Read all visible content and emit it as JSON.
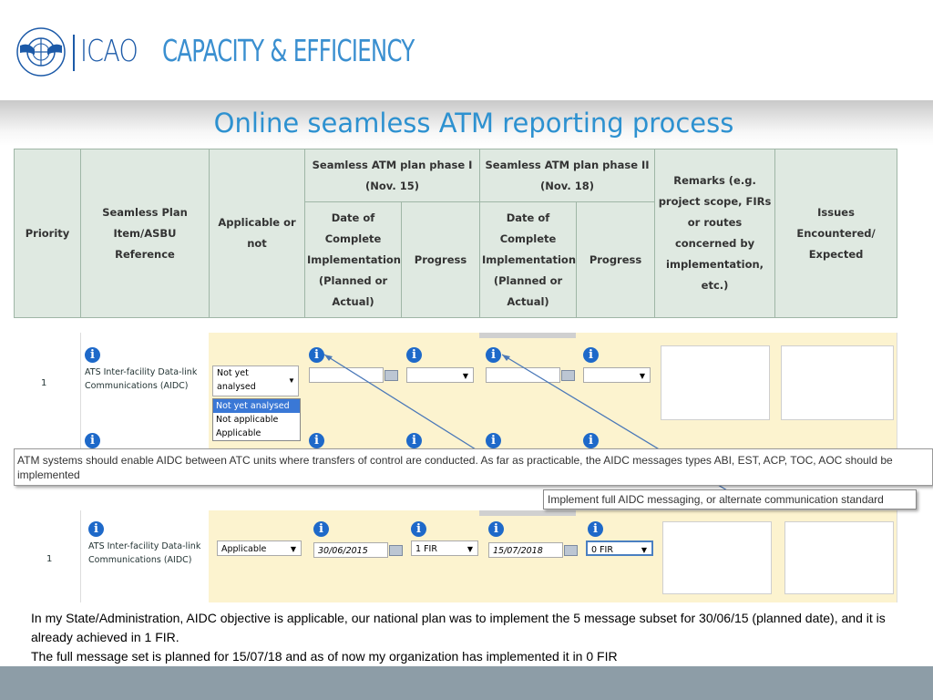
{
  "header": {
    "brand": "ICAO",
    "section": "CAPACITY & EFFICIENCY"
  },
  "title": "Online seamless ATM reporting process",
  "table": {
    "col_priority": "Priority",
    "col_item": "Seamless Plan Item/ASBU Reference",
    "col_applicable": "Applicable or not",
    "phase1": "Seamless ATM plan phase I (Nov. 15)",
    "phase2": "Seamless ATM plan phase II (Nov. 18)",
    "date_col": "Date of Complete Implementation (Planned or Actual)",
    "progress_col": "Progress",
    "remarks": "Remarks (e.g. project scope, FIRs or routes concerned by implementation, etc.)",
    "issues": "Issues Encountered/ Expected"
  },
  "row1": {
    "priority": "1",
    "item": "ATS Inter-facility Data-link Communications (AIDC)",
    "applicable_value": "Not yet analysed",
    "dropdown_options": [
      "Not yet analysed",
      "Not applicable",
      "Applicable"
    ]
  },
  "tooltip_main": "ATM systems should enable AIDC between ATC units where transfers of control are conducted. As far as practicable, the AIDC messages types ABI, EST, ACP, TOC, AOC should be implemented",
  "tooltip_phase2": "Implement full AIDC messaging, or alternate communication standard",
  "row2": {
    "priority": "1",
    "item": "ATS Inter-facility Data-link Communications (AIDC)",
    "applicable_value": "Applicable",
    "phase1_date": "30/06/2015",
    "phase1_progress": "1 FIR",
    "phase2_date": "15/07/2018",
    "phase2_progress": "0 FIR"
  },
  "description": {
    "line1": "In my State/Administration, AIDC objective is applicable, our national plan was to implement the 5 message subset for 30/06/15 (planned date), and it is already achieved in 1 FIR.",
    "line2": "The full message set is planned for 15/07/18 and as of now my organization has implemented it in 0 FIR"
  },
  "icons": [
    "icao-emblem-icon",
    "info-icon",
    "calendar-icon",
    "chevron-down-icon"
  ],
  "colors": {
    "brand_blue": "#1c5aa8",
    "title_blue": "#2d91d0",
    "header_green": "#dfe9e1",
    "cell_yellow": "#fcf3cf",
    "footer_gray": "#8d9da7"
  }
}
